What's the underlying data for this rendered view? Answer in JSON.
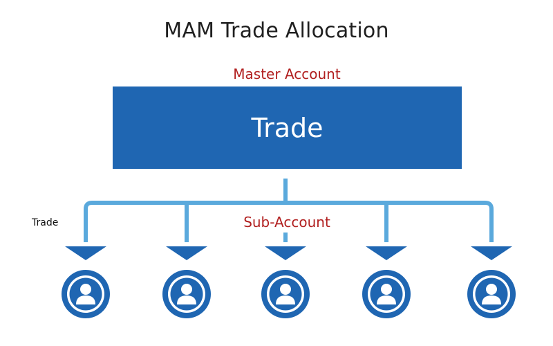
{
  "title": "MAM Trade Allocation",
  "master_account": {
    "label": "Master Account",
    "box_text": "Trade"
  },
  "sub_account": {
    "label": "Sub-Account",
    "count": 5,
    "icon": "user-icon"
  },
  "branch_label": "Trade",
  "colors": {
    "box": "#1f66b2",
    "connector": "#5aa9dc",
    "arrow": "#1f66b2",
    "accent_text": "#b11f1f",
    "icon": "#1f66b2"
  }
}
